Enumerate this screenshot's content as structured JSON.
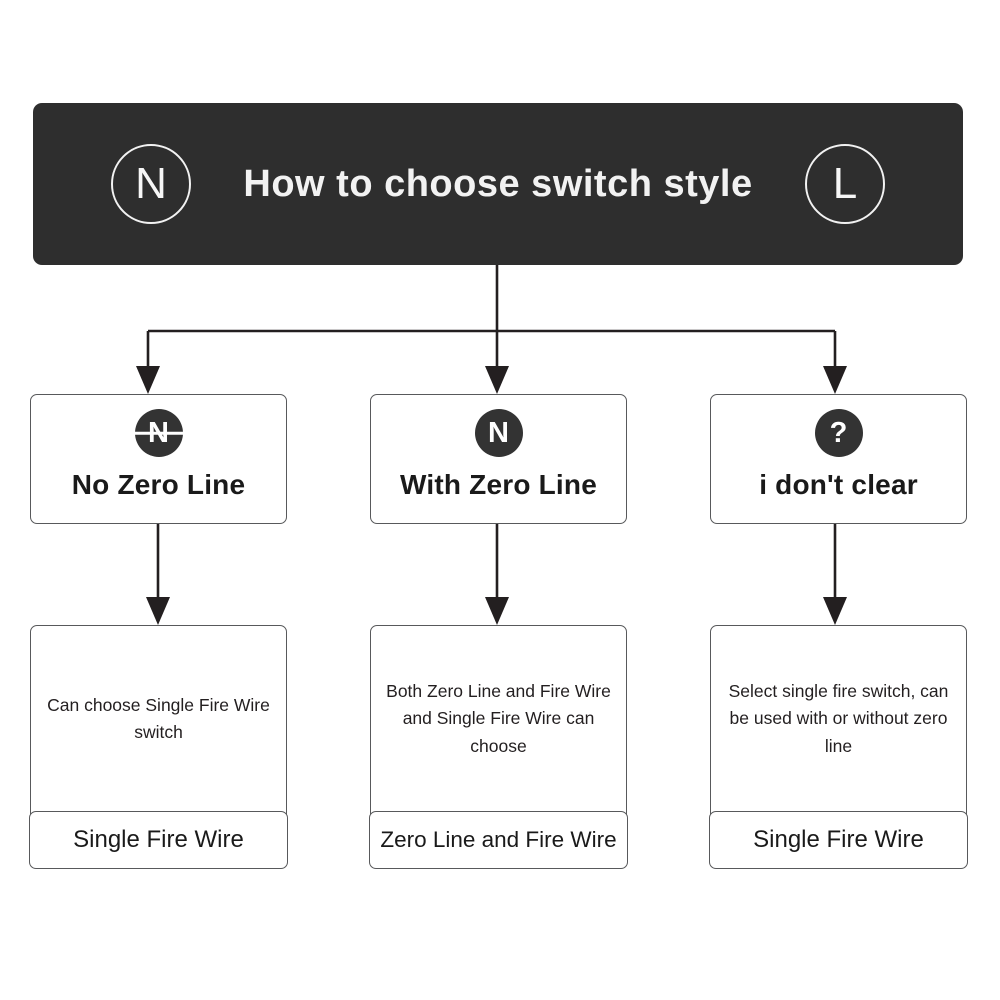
{
  "header": {
    "left_badge": "N",
    "left_badge_icon": "circle-n-icon",
    "title": "How to choose switch style",
    "right_badge": "L",
    "right_badge_icon": "circle-l-icon",
    "background_color": "#2e2e2e",
    "text_color": "#f2f2f2"
  },
  "colors": {
    "dark": "#2e2e2e",
    "badge_fill": "#333333",
    "border": "#58595b",
    "text": "#231f20",
    "background": "#ffffff"
  },
  "branches": [
    {
      "id": "no-zero-line",
      "badge_glyph": "N",
      "badge_icon": "circle-n-struck-icon",
      "badge_struck": true,
      "label": "No Zero Line",
      "result_description": "Can choose Single Fire Wire switch",
      "result_footer": "Single Fire Wire"
    },
    {
      "id": "with-zero-line",
      "badge_glyph": "N",
      "badge_icon": "circle-n-icon",
      "badge_struck": false,
      "label": "With Zero Line",
      "result_description": "Both Zero Line and Fire Wire and Single Fire Wire can choose",
      "result_footer": "Zero Line and Fire Wire"
    },
    {
      "id": "i-dont-clear",
      "badge_glyph": "?",
      "badge_icon": "circle-question-icon",
      "badge_struck": false,
      "label": "i don't clear",
      "result_description": "Select single fire switch, can be used with or without zero line",
      "result_footer": "Single Fire Wire"
    }
  ]
}
